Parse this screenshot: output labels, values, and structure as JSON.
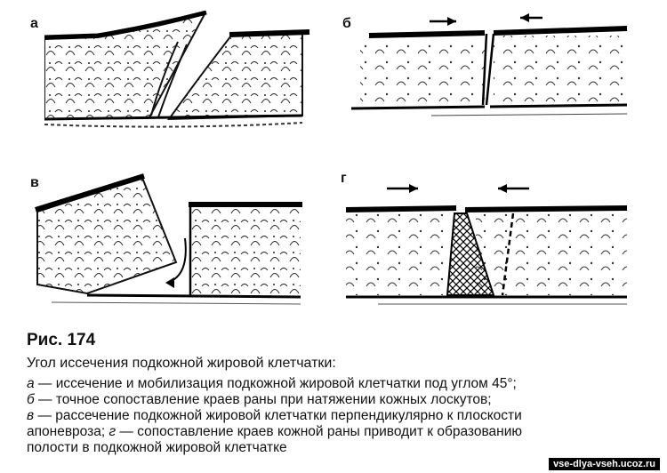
{
  "panels": {
    "a": "а",
    "b": "б",
    "v": "в",
    "g": "г"
  },
  "caption": {
    "title": "Рис. 174",
    "subtitle": "Угол иссечения подкожной жировой клетчатки:",
    "items": [
      {
        "letter": "а",
        "text": " — иссечение и мобилизация подкожной жировой клетчатки под углом 45°;"
      },
      {
        "letter": "б",
        "text": " — точное сопоставление краев раны при натяжении кожных лоскутов;"
      },
      {
        "letter": "в",
        "text": " — рассечение подкожной жировой клетчатки перпендикулярно к плоскости"
      },
      {
        "letter": "",
        "text": "апоневроза; "
      },
      {
        "letter": "",
        "text": "полости в подкожной жировой клетчатке"
      }
    ],
    "line4_letter": "г",
    "line4_rest": " — сопоставление краев кожной раны приводит к образованию"
  },
  "watermark": "vse-dlya-vseh.ucoz.ru"
}
